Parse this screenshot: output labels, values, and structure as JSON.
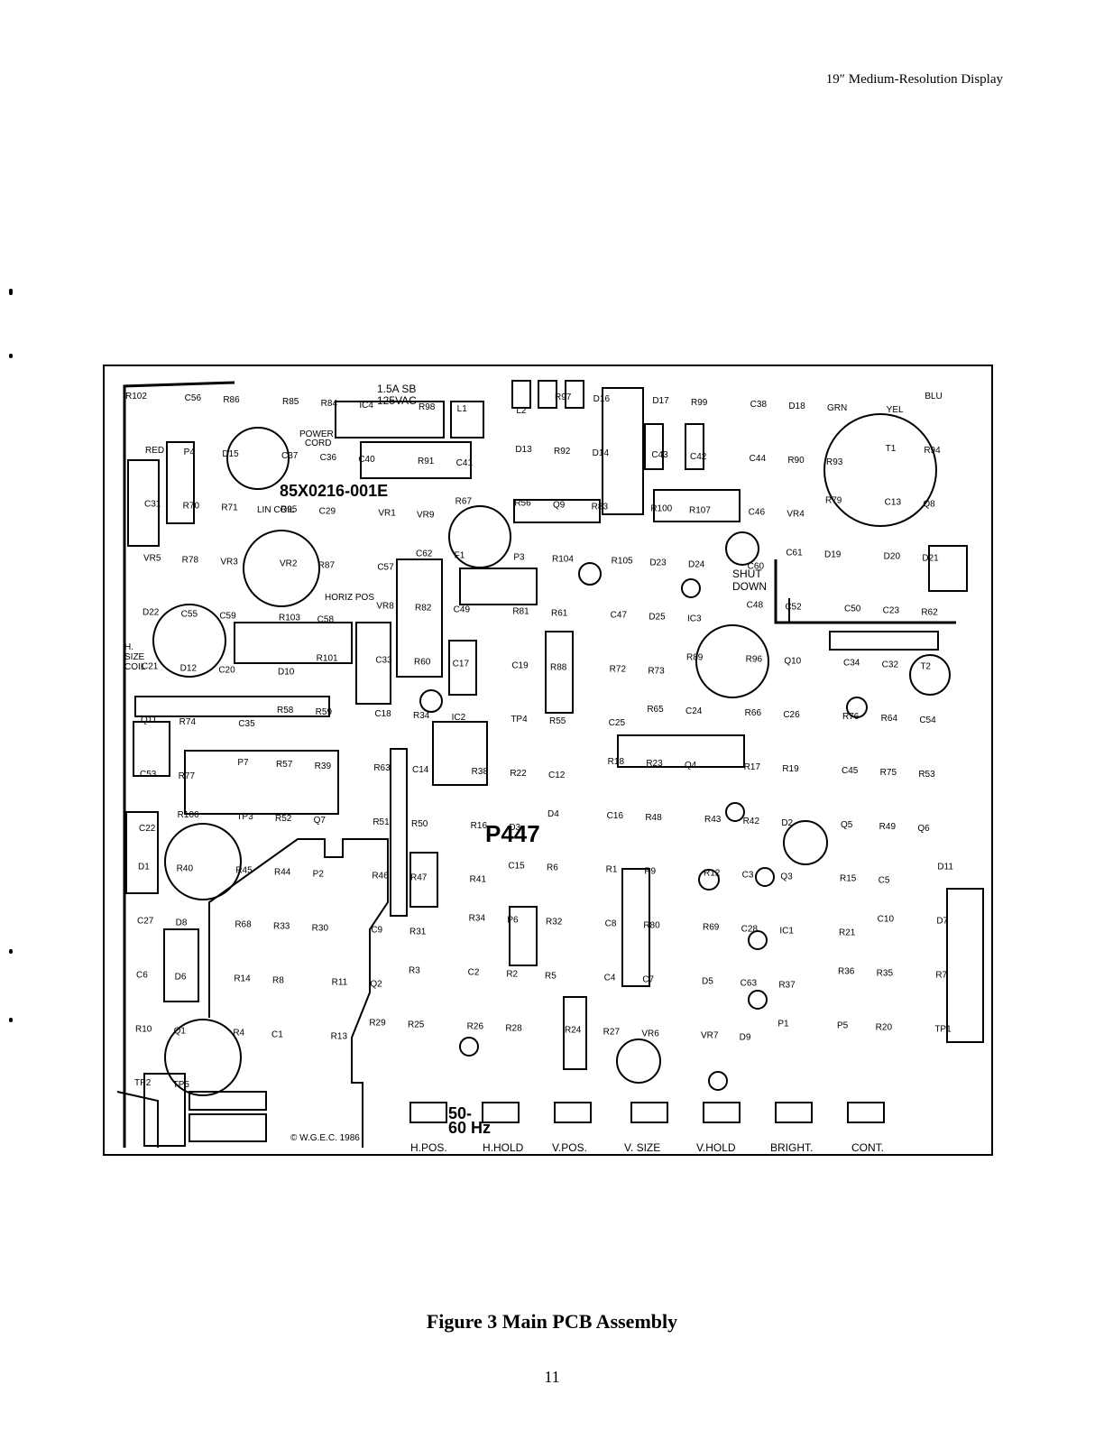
{
  "header": "19″ Medium-Resolution Display",
  "caption": "Figure 3  Main PCB Assembly",
  "page_number": "11",
  "board": {
    "part_number": "85X0216-001E",
    "board_id": "P447",
    "copyright": "© W.G.E.C. 1986",
    "fuse_label_1": "1.5A SB",
    "fuse_label_2": "125VAC",
    "power_cord_1": "POWER",
    "power_cord_2": "CORD",
    "shutdown_1": "SHUT",
    "shutdown_2": "DOWN",
    "lin_coil": "LIN COIL",
    "horiz_pos": "HORIZ POS",
    "h_size_coil": [
      "H.",
      "SIZE",
      "COIL"
    ],
    "freq_1": "50-",
    "freq_2": "60 Hz",
    "controls": [
      "H.POS.",
      "H.HOLD",
      "V.POS.",
      "V. SIZE",
      "V.HOLD",
      "BRIGHT.",
      "CONT."
    ],
    "component_labels": [
      "R102",
      "C56",
      "R86",
      "R85",
      "R84",
      "IC4",
      "R98",
      "L1",
      "L2",
      "R97",
      "D16",
      "D17",
      "R99",
      "C38",
      "D18",
      "GRN",
      "YEL",
      "BLU",
      "RED",
      "P4",
      "D15",
      "C37",
      "C36",
      "C40",
      "R91",
      "C41",
      "D13",
      "R92",
      "D14",
      "C43",
      "C42",
      "C44",
      "R90",
      "R93",
      "T1",
      "R94",
      "C31",
      "R70",
      "R71",
      "R95",
      "C29",
      "VR1",
      "VR9",
      "R67",
      "R56",
      "Q9",
      "R83",
      "R100",
      "R107",
      "C46",
      "VR4",
      "R79",
      "C13",
      "Q8",
      "VR5",
      "R78",
      "VR3",
      "VR2",
      "R87",
      "C57",
      "C62",
      "F1",
      "P3",
      "R104",
      "R105",
      "D23",
      "D24",
      "C60",
      "C61",
      "D19",
      "D20",
      "D21",
      "D22",
      "C55",
      "C59",
      "R103",
      "C58",
      "VR8",
      "R82",
      "C49",
      "R81",
      "R61",
      "C47",
      "D25",
      "IC3",
      "C48",
      "C52",
      "C50",
      "C23",
      "R62",
      "C21",
      "D12",
      "C20",
      "D10",
      "R101",
      "C33",
      "R60",
      "C17",
      "C19",
      "R88",
      "R72",
      "R73",
      "R89",
      "R96",
      "Q10",
      "C34",
      "C32",
      "T2",
      "Q11",
      "R74",
      "C35",
      "R58",
      "R59",
      "C18",
      "R34",
      "IC2",
      "TP4",
      "R55",
      "C25",
      "R65",
      "C24",
      "R66",
      "C26",
      "R76",
      "R64",
      "C54",
      "C53",
      "R77",
      "P7",
      "R57",
      "R39",
      "R63",
      "C14",
      "R38",
      "R22",
      "C12",
      "R18",
      "R23",
      "Q4",
      "R17",
      "R19",
      "C45",
      "R75",
      "R53",
      "C22",
      "R106",
      "TP3",
      "R52",
      "Q7",
      "R51",
      "R50",
      "R16",
      "D3",
      "D4",
      "C16",
      "R48",
      "R43",
      "R42",
      "D2",
      "Q5",
      "R49",
      "Q6",
      "D1",
      "R40",
      "R45",
      "R44",
      "P2",
      "R46",
      "R47",
      "R41",
      "C15",
      "R6",
      "R1",
      "R9",
      "R12",
      "C3",
      "Q3",
      "R15",
      "C5",
      "D11",
      "C27",
      "D8",
      "R68",
      "R33",
      "R30",
      "C9",
      "R31",
      "R34",
      "P6",
      "R32",
      "C8",
      "R80",
      "R69",
      "C28",
      "IC1",
      "R21",
      "C10",
      "D7",
      "C6",
      "D6",
      "R14",
      "R8",
      "R11",
      "Q2",
      "R3",
      "C2",
      "R2",
      "R5",
      "C4",
      "C7",
      "D5",
      "C63",
      "R37",
      "R36",
      "R35",
      "R7",
      "R10",
      "Q1",
      "R4",
      "C1",
      "R13",
      "R29",
      "R25",
      "R26",
      "R28",
      "R24",
      "R27",
      "VR6",
      "VR7",
      "D9",
      "P1",
      "P5",
      "R20",
      "TP1",
      "TP2",
      "TP5"
    ]
  }
}
